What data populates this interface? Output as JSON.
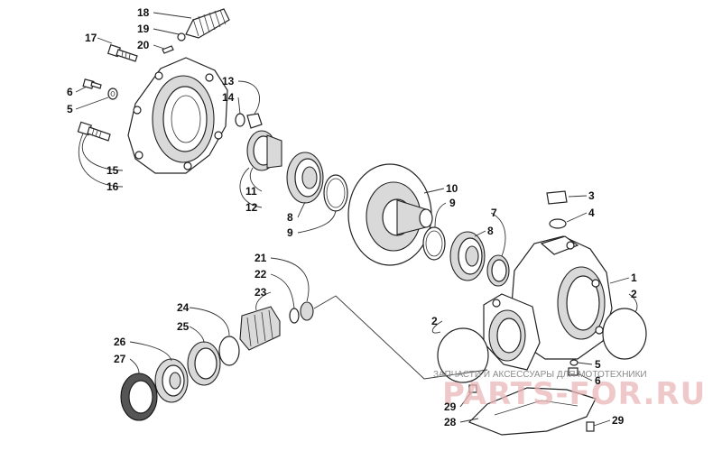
{
  "labels": [
    {
      "id": "p18",
      "text": "18"
    },
    {
      "id": "p19",
      "text": "19"
    },
    {
      "id": "p20",
      "text": "20"
    },
    {
      "id": "p17",
      "text": "17"
    },
    {
      "id": "p6a",
      "text": "6"
    },
    {
      "id": "p5a",
      "text": "5"
    },
    {
      "id": "p13",
      "text": "13"
    },
    {
      "id": "p14",
      "text": "14"
    },
    {
      "id": "p15",
      "text": "15"
    },
    {
      "id": "p16",
      "text": "16"
    },
    {
      "id": "p11",
      "text": "11"
    },
    {
      "id": "p12",
      "text": "12"
    },
    {
      "id": "p8a",
      "text": "8"
    },
    {
      "id": "p9a",
      "text": "9"
    },
    {
      "id": "p10",
      "text": "10"
    },
    {
      "id": "p9b",
      "text": "9"
    },
    {
      "id": "p7",
      "text": "7"
    },
    {
      "id": "p8b",
      "text": "8"
    },
    {
      "id": "p3",
      "text": "3"
    },
    {
      "id": "p4",
      "text": "4"
    },
    {
      "id": "p1",
      "text": "1"
    },
    {
      "id": "p2a",
      "text": "2"
    },
    {
      "id": "p2b",
      "text": "2"
    },
    {
      "id": "p21",
      "text": "21"
    },
    {
      "id": "p22",
      "text": "22"
    },
    {
      "id": "p23",
      "text": "23"
    },
    {
      "id": "p24",
      "text": "24"
    },
    {
      "id": "p25",
      "text": "25"
    },
    {
      "id": "p26",
      "text": "26"
    },
    {
      "id": "p27",
      "text": "27"
    },
    {
      "id": "p5b",
      "text": "5"
    },
    {
      "id": "p6b",
      "text": "6"
    },
    {
      "id": "p29a",
      "text": "29"
    },
    {
      "id": "p28",
      "text": "28"
    },
    {
      "id": "p29b",
      "text": "29"
    }
  ],
  "watermark": {
    "caption": "ЗАПЧАСТИ И АКСЕССУАРЫ ДЛЯ МОТОТЕХНИКИ",
    "brand": "PARTS-FOR.RU"
  },
  "colors": {
    "line": "#222222",
    "watermark_brand": "#e9b7b7",
    "watermark_caption": "#8a8a8a"
  }
}
